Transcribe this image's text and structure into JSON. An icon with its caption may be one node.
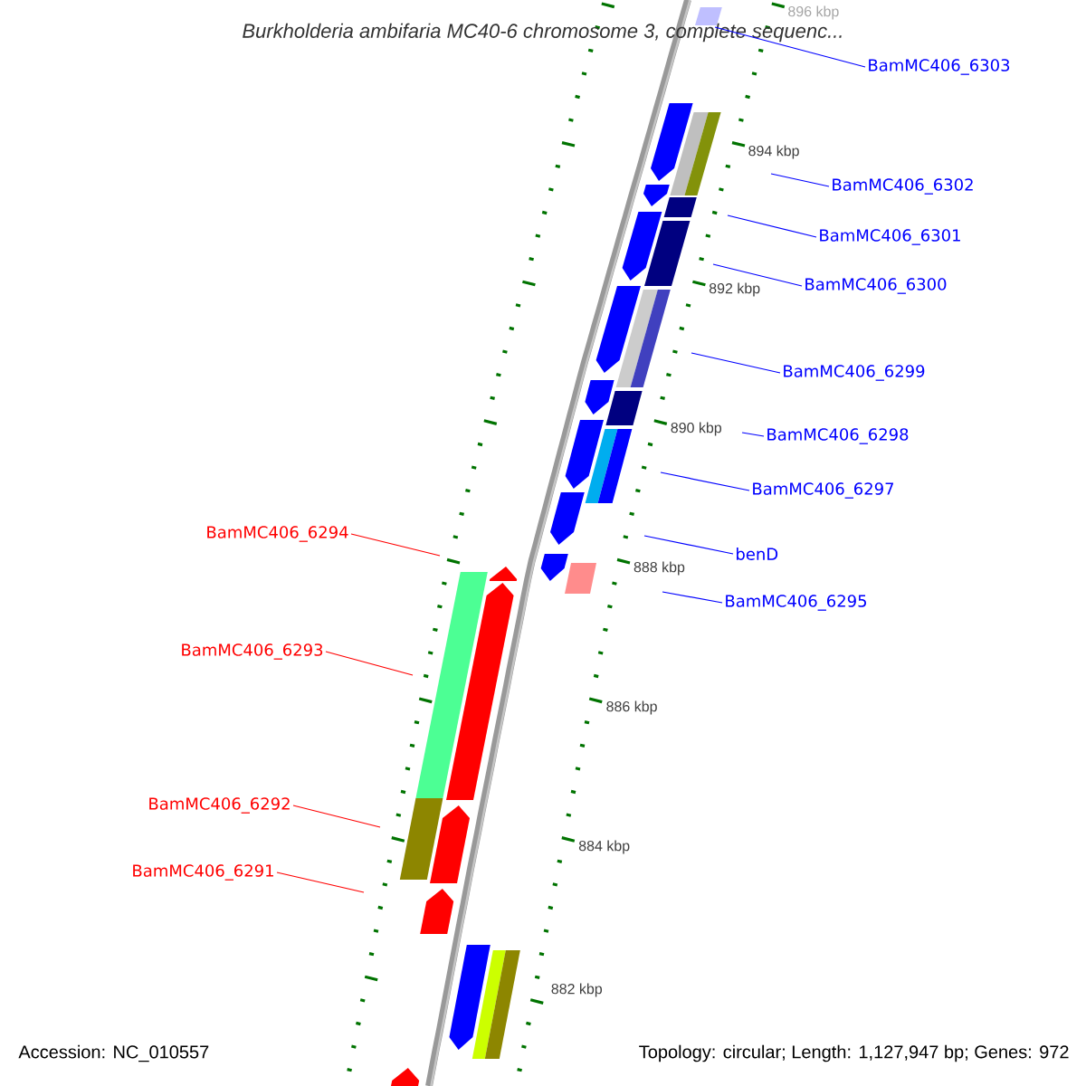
{
  "diagram": {
    "title": "Burkholderia ambifaria MC40-6 chromosome 3, complete sequenc...",
    "nodes": [
      {
        "text": [
          "BamMC406_6303"
        ]
      },
      {
        "text": [
          "BamMC406_6302"
        ]
      },
      {
        "text": [
          "BamMC406_6301"
        ]
      },
      {
        "text": [
          "BamMC406_6300"
        ]
      },
      {
        "text": [
          "BamMC406_6299"
        ]
      },
      {
        "text": [
          "BamMC406_6298"
        ]
      },
      {
        "text": [
          "BamMC406_6297"
        ]
      },
      {
        "text": [
          "BamMC406_6294"
        ]
      },
      {
        "text": [
          "benD"
        ]
      },
      {
        "text": [
          "BamMC406_6295"
        ]
      },
      {
        "text": [
          "BamMC406_6293"
        ]
      },
      {
        "text": [
          "BamMC406_6292"
        ]
      },
      {
        "text": [
          "BamMC406_6291"
        ]
      }
    ],
    "edges": [
      {
        "from": 0,
        "to": null,
        "arrow": "none"
      },
      {
        "from": 1,
        "to": null,
        "arrow": "none"
      },
      {
        "from": 2,
        "to": null,
        "arrow": "none"
      },
      {
        "from": 3,
        "to": null,
        "arrow": "none"
      },
      {
        "from": 4,
        "to": null,
        "arrow": "none"
      },
      {
        "from": 5,
        "to": null,
        "arrow": "none"
      },
      {
        "from": 6,
        "to": null,
        "arrow": "none"
      },
      {
        "from": 7,
        "to": null,
        "arrow": "none",
        "color": "#ff0000"
      },
      {
        "from": 8,
        "to": null,
        "arrow": "none"
      },
      {
        "from": 9,
        "to": null,
        "arrow": "none"
      },
      {
        "from": 10,
        "to": null,
        "arrow": "none",
        "color": "#ff0000"
      },
      {
        "from": 11,
        "to": null,
        "arrow": "none",
        "color": "#ff0000"
      },
      {
        "from": 12,
        "to": null,
        "arrow": "none",
        "color": "#ff0000"
      }
    ],
    "labels": [
      "896 kbp",
      "894 kbp",
      "892 kbp",
      "890 kbp",
      "888 kbp",
      "886 kbp",
      "884 kbp",
      "882 kbp",
      "Accession: NC_010557",
      "Topology: circular; Length: 1,127,947 bp; Genes: 972"
    ]
  }
}
